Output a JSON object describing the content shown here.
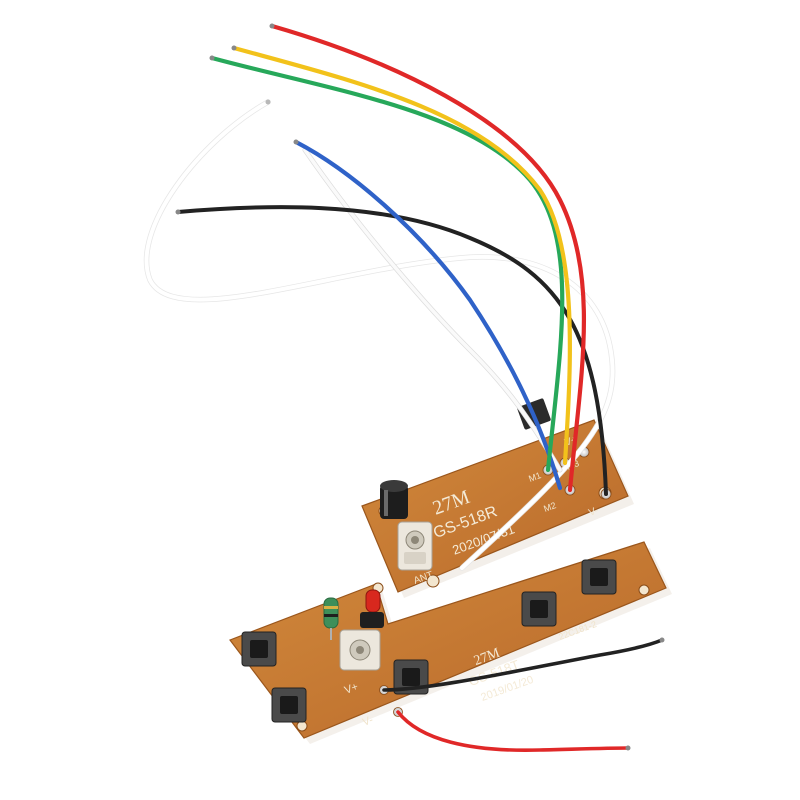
{
  "receiver_board": {
    "frequency": "27M",
    "model": "GS-518R",
    "date": "2020/07/31",
    "pin_labels": {
      "ant": "ANT",
      "m1": "M1",
      "m2": "M2",
      "m3": "M3",
      "v_minus": "V-",
      "v_plus": "V+"
    }
  },
  "transmitter_board": {
    "frequency": "27M",
    "model": "GS-518T",
    "date": "2019/01/20",
    "batch": "22C181-2",
    "pin_labels": {
      "v_plus": "V+",
      "v_minus": "V-"
    }
  },
  "colors": {
    "pcb": "#c9792e",
    "pcb_dark": "#a85f20",
    "wire_red": "#e02828",
    "wire_yellow": "#f2c21b",
    "wire_green": "#27a85a",
    "wire_blue": "#2f62c8",
    "wire_black": "#222222",
    "wire_white": "#f2f2f2"
  }
}
